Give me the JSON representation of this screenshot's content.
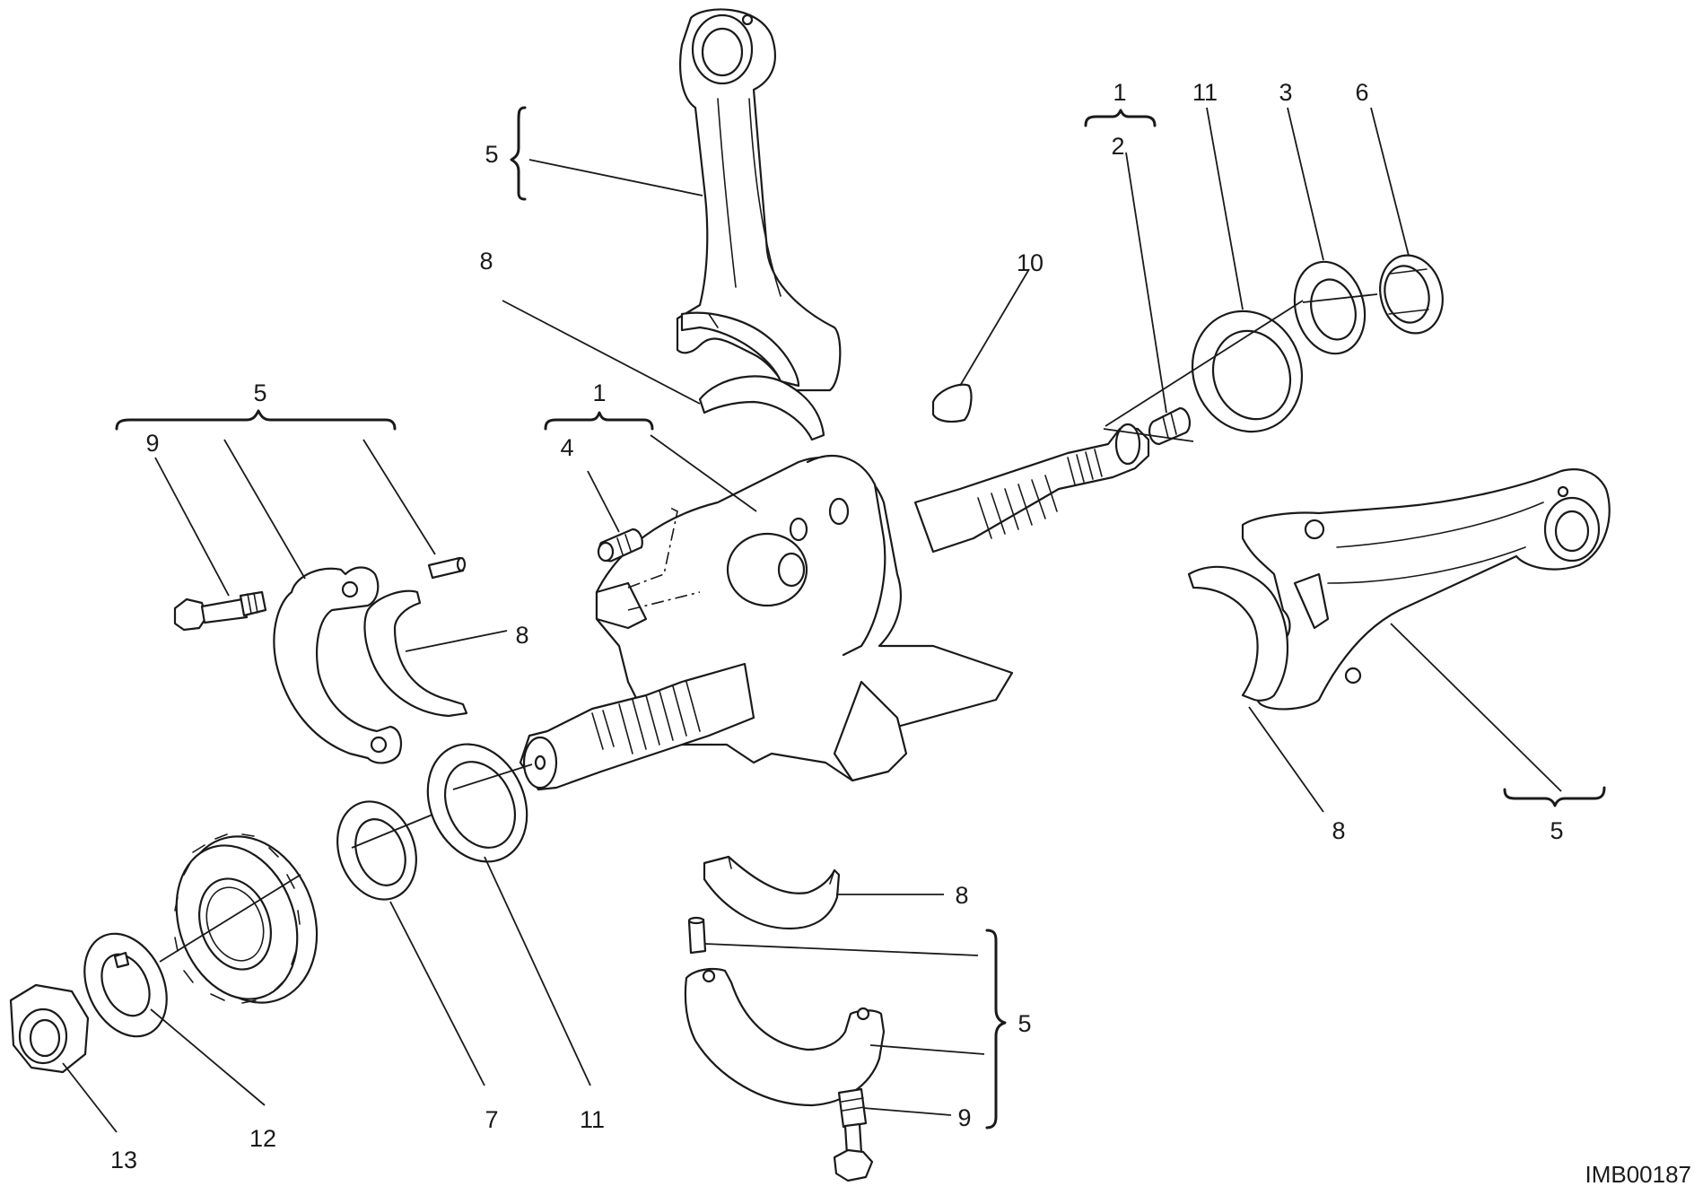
{
  "callouts": {
    "top_rod_5": "5",
    "top_rod_8": "8",
    "right_group_1": "1",
    "right_group_2": "2",
    "right_11": "11",
    "right_3": "3",
    "right_6": "6",
    "key_10": "10",
    "left_group_5": "5",
    "left_9": "9",
    "left_8": "8",
    "center_group_1": "1",
    "center_4": "4",
    "right_rod_8": "8",
    "right_rod_5": "5",
    "bottom_8": "8",
    "bottom_group_5": "5",
    "bottom_9": "9",
    "nut_13": "13",
    "washer_12": "12",
    "seal_7": "7",
    "shim_11": "11"
  },
  "image_code": "IMB00187"
}
